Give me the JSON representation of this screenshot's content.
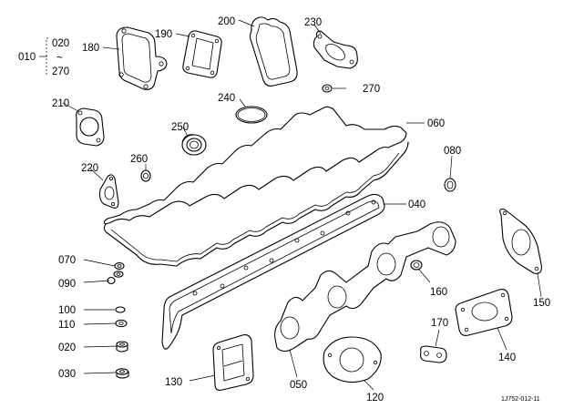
{
  "callouts": {
    "p010": "010",
    "p020a": "020",
    "tilde": "~",
    "p270a": "270",
    "p180": "180",
    "p190": "190",
    "p200": "200",
    "p230": "230",
    "p270b": "270",
    "p210": "210",
    "p240": "240",
    "p250": "250",
    "p060": "060",
    "p260": "260",
    "p080": "080",
    "p220": "220",
    "p040": "040",
    "p070": "070",
    "p090": "090",
    "p100": "100",
    "p110": "110",
    "p020b": "020",
    "p030": "030",
    "p130": "130",
    "p050": "050",
    "p120": "120",
    "p170": "170",
    "p160": "160",
    "p150": "150",
    "p140": "140"
  },
  "reference_code": "1J752-012-11"
}
